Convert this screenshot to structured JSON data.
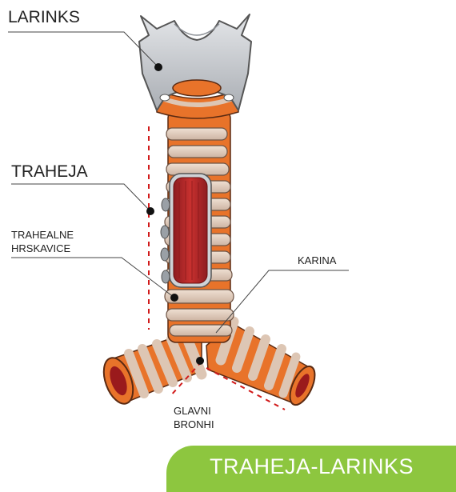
{
  "labels": {
    "larynx": "LARINKS",
    "trachea": "TRAHEJA",
    "cartilage_line1": "TRAHEALNE",
    "cartilage_line2": "HRSKAVICE",
    "carina": "KARINA",
    "bronchi_line1": "GLAVNI",
    "bronchi_line2": "BRONHI"
  },
  "title": "TRAHEJA-LARINKS",
  "colors": {
    "muscle": "#e8732a",
    "muscle_dark": "#c04e14",
    "cartilage": "#e6d2c2",
    "thyroid_cartilage": "#d3d6da",
    "inner_muscle": "#b5232b",
    "marker": "#d11a1a",
    "banner": "#8dc63f",
    "title_text": "#ffffff"
  }
}
